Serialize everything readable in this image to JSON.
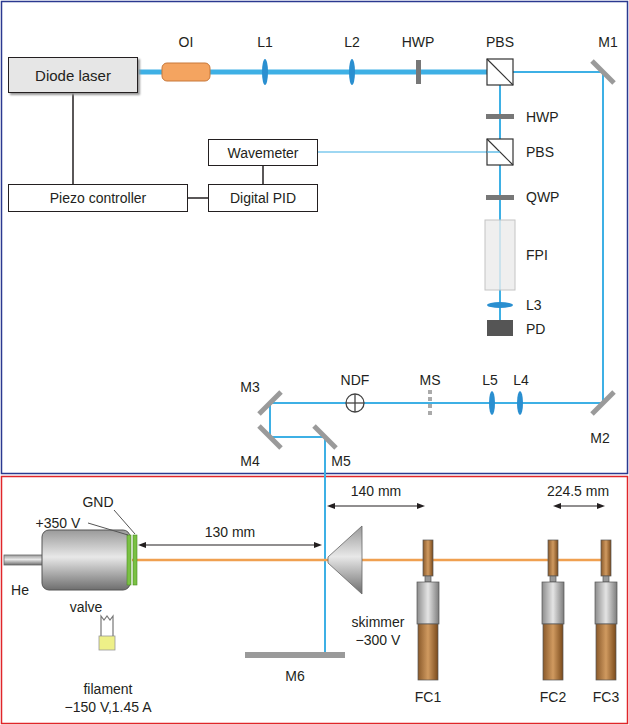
{
  "diagram": {
    "nodes": [
      {
        "text": [
          "Diode laser"
        ]
      },
      {
        "text": [
          "Wavemeter"
        ]
      },
      {
        "text": [
          "Piezo controller"
        ]
      },
      {
        "text": [
          "Digital PID"
        ]
      }
    ],
    "edges": [
      {
        "from": 0,
        "to": 2,
        "arrow": "none"
      },
      {
        "from": 2,
        "to": 3,
        "arrow": "none"
      },
      {
        "from": 3,
        "to": 1,
        "arrow": "none"
      }
    ],
    "labels": [
      "OI",
      "L1",
      "L2",
      "HWP",
      "PBS",
      "M1",
      "HWP",
      "PBS",
      "QWP",
      "FPI",
      "L3",
      "PD",
      "NDF",
      "MS",
      "L5",
      "L4",
      "M2",
      "M3",
      "M4",
      "M5",
      "GND",
      "+350 V",
      "140 mm",
      "224.5 mm",
      "130 mm",
      "He",
      "valve",
      "skimmer",
      "−300 V",
      "filament",
      "−150 V,1.45 A",
      "M6",
      "FC1",
      "FC2",
      "FC3"
    ]
  }
}
